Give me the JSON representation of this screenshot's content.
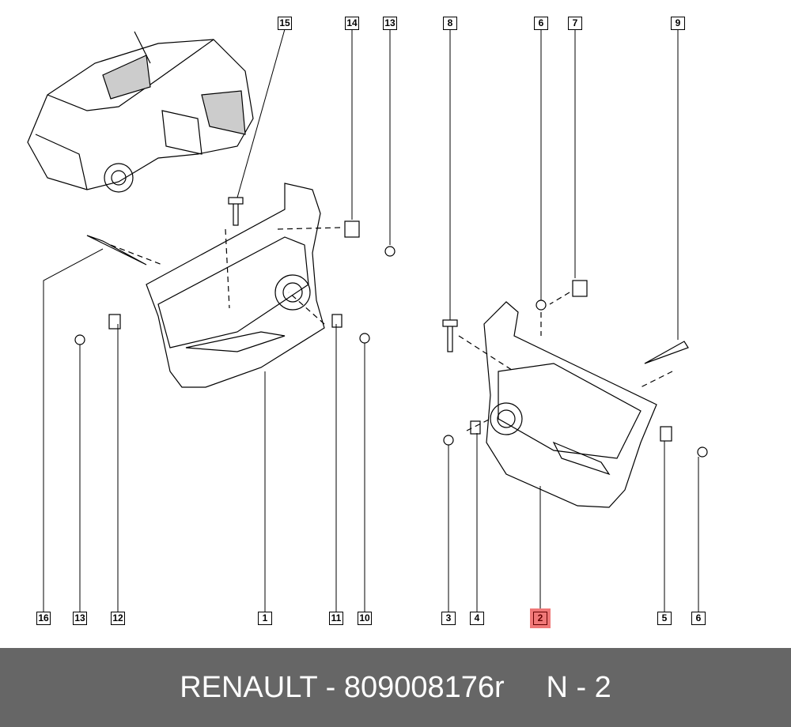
{
  "callouts_top": [
    "15",
    "14",
    "13",
    "8",
    "6",
    "7",
    "9"
  ],
  "callouts_bottom": [
    "16",
    "13",
    "12",
    "1",
    "11",
    "10",
    "3",
    "4",
    "2",
    "5",
    "6"
  ],
  "highlighted_part": "2",
  "highlight_color": "#f07878",
  "footer": {
    "brand": "RENAULT",
    "part_number": "809008176r",
    "ref": "N - 2",
    "text": "RENAULT - 809008176r     N - 2"
  }
}
